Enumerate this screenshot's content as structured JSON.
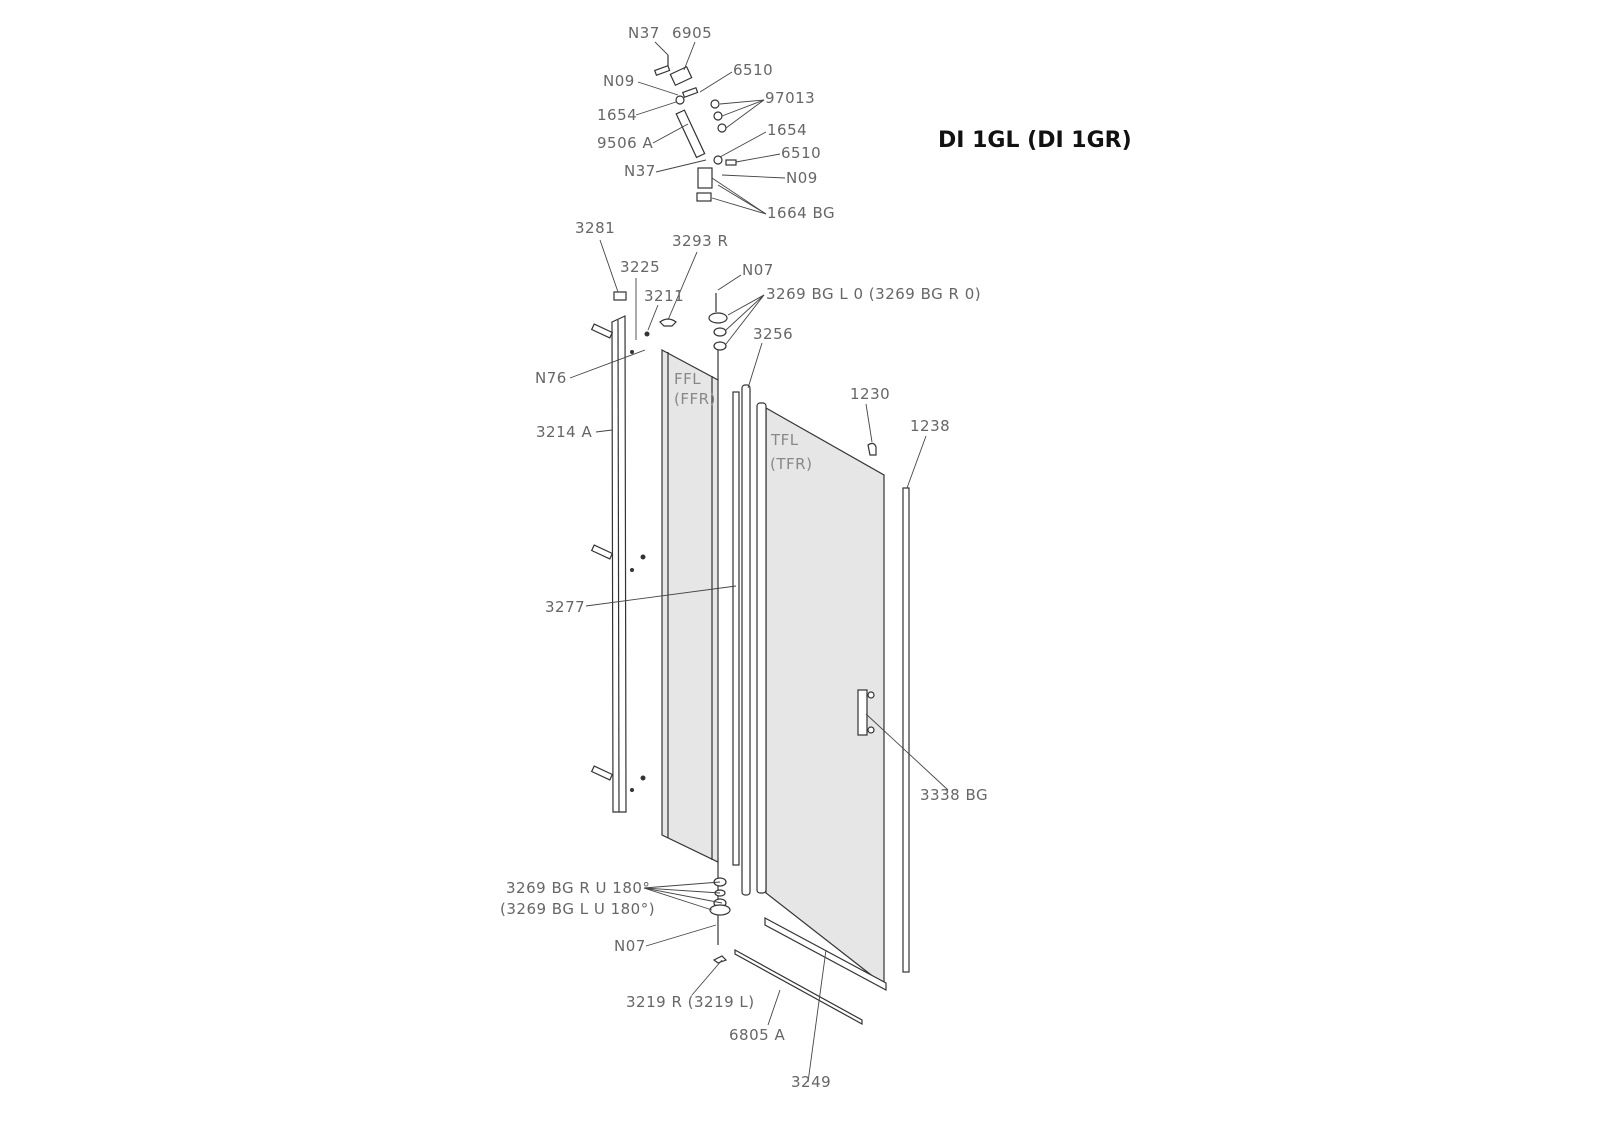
{
  "title": "DI 1GL (DI 1GR)",
  "labels": {
    "n37_top": "N37",
    "p6905": "6905",
    "n09_top": "N09",
    "p6510_top": "6510",
    "p97013": "97013",
    "p1654_left": "1654",
    "p9506a": "9506 A",
    "p1654_right": "1654",
    "n37_mid": "N37",
    "p6510_mid": "6510",
    "n09_mid": "N09",
    "p1664bg": "1664 BG",
    "p3281": "3281",
    "p3225": "3225",
    "p3293r": "3293 R",
    "p3211": "3211",
    "n07_top": "N07",
    "p3269_top": "3269 BG L 0 (3269 BG R 0)",
    "p3256": "3256",
    "n76": "N76",
    "ffl": "FFL",
    "ffr": "(FFR)",
    "p1230": "1230",
    "p1238": "1238",
    "p3214a": "3214 A",
    "tfl": "TFL",
    "tfr": "(TFR)",
    "p3277": "3277",
    "p3338bg": "3338 BG",
    "p3269_bottom": "3269 BG R U 180°",
    "p3269_bottom_alt": "(3269 BG L U 180°)",
    "n07_bottom": "N07",
    "p3219": "3219 R (3219 L)",
    "p6805a": "6805 A",
    "p3249": "3249"
  }
}
